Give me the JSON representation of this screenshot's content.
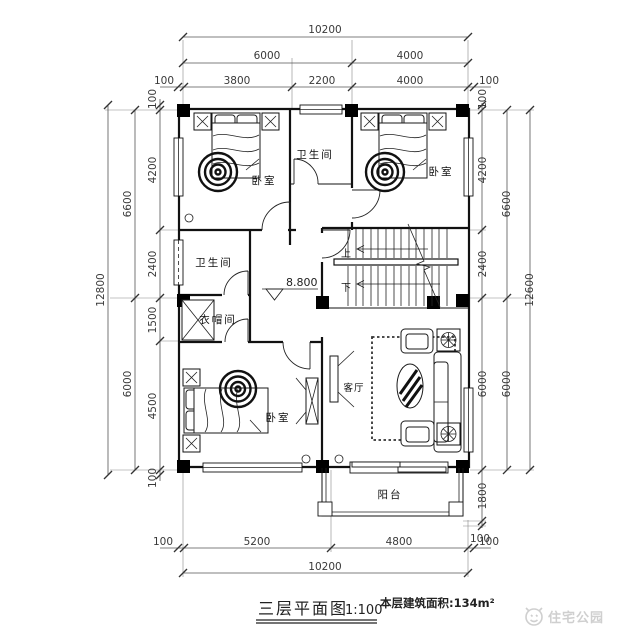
{
  "title": {
    "plan_name": "三层平面图",
    "scale": "1:100",
    "area_note": "本层建筑面积:134m²"
  },
  "watermark": {
    "text": "住宅公园"
  },
  "rooms": {
    "bedroom_tl": "卧室",
    "bath_top": "卫生间",
    "bedroom_tr": "卧室",
    "bath_mid": "卫生间",
    "cloak": "衣帽间",
    "bedroom_bl": "卧室",
    "living": "客厅",
    "balcony": "阳台"
  },
  "stairs": {
    "up": "上",
    "down": "下"
  },
  "elevation": {
    "value": "8.800"
  },
  "dimensions": {
    "top": {
      "total": "10200",
      "mid": [
        "6000",
        "4000"
      ],
      "inner": [
        "100",
        "3800",
        "2200",
        "4000",
        "100"
      ]
    },
    "bottom": {
      "inner": [
        "100",
        "5200",
        "4800",
        "100"
      ],
      "total": "10200"
    },
    "left": {
      "outer": "12800",
      "mid": [
        "6600",
        "6000"
      ],
      "inner": [
        "100",
        "4200",
        "2400",
        "1500",
        "4500",
        "100"
      ]
    },
    "right": {
      "inner": [
        "100",
        "4200",
        "2400",
        "6000",
        "1800",
        "100"
      ],
      "mid": [
        "6600",
        "6000"
      ],
      "outer": "12600"
    }
  },
  "colors": {
    "line": "#111111",
    "dim_text": "#3a3a3a",
    "watermark": "#cfcfcf"
  }
}
